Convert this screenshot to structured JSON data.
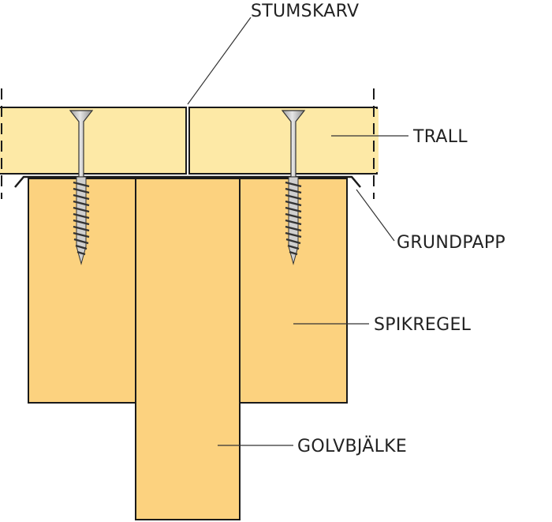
{
  "labels": {
    "stumskarv": "STUMSKARV",
    "trall": "TRALL",
    "grundpapp": "GRUNDPAPP",
    "spikregel": "SPIKREGEL",
    "golvbjalke": "GOLVBJÄLKE"
  },
  "colors": {
    "decking": "#fde9a6",
    "timber": "#fcd27f",
    "outline": "#1a1a1a",
    "screw_head": "#c9c9c9",
    "screw_thread": "#555555"
  }
}
